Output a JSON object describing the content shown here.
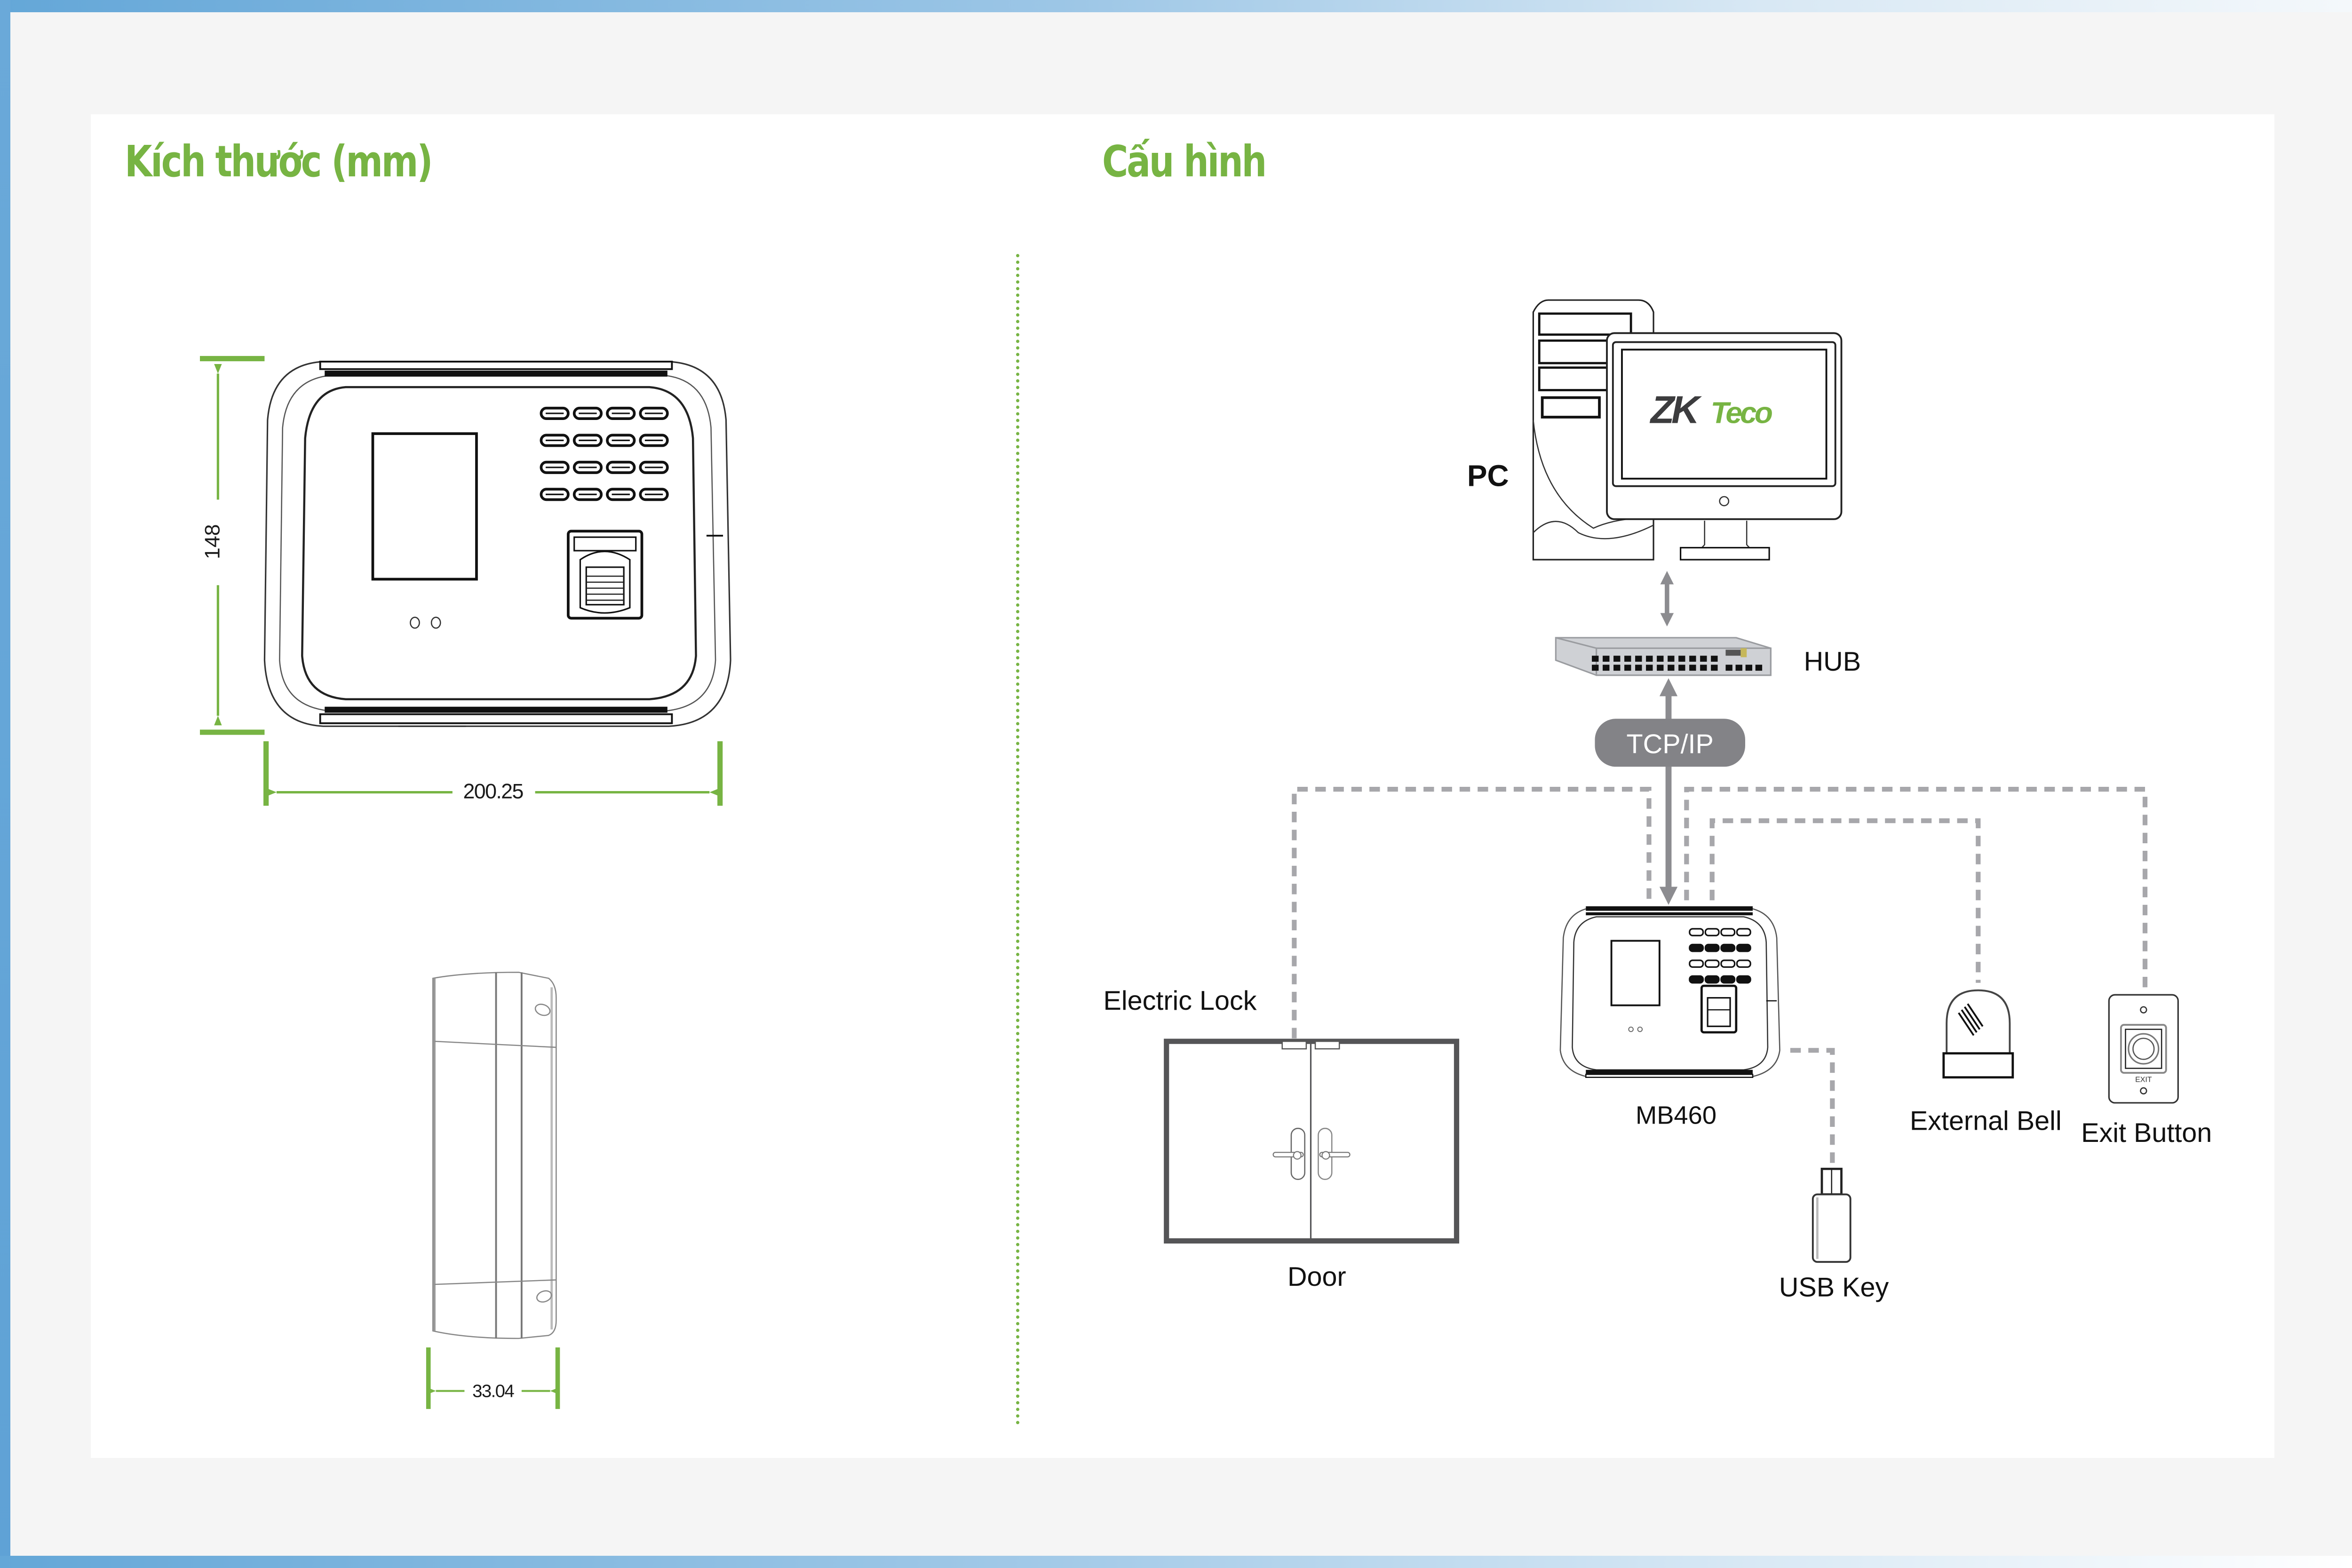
{
  "headings": {
    "dimensions": "Kích thước (mm)",
    "configuration": "Cấu hình"
  },
  "dimensions": {
    "unit": "mm",
    "front_height": "148",
    "front_width": "200.25",
    "side_depth": "33.04"
  },
  "configuration": {
    "pc_label": "PC",
    "monitor_logo": {
      "primary": "ZK",
      "secondary": "Teco"
    },
    "hub_label": "HUB",
    "link_label": "TCP/IP",
    "device_label": "MB460",
    "electric_lock_label": "Electric Lock",
    "door_label": "Door",
    "usb_label": "USB Key",
    "bell_label": "External Bell",
    "exit_label": "Exit Button",
    "exit_plate_text": "EXIT"
  },
  "colors": {
    "accent_green": "#77b443",
    "connector_gray": "#8c8c90",
    "dashed_gray": "#a7a7ab",
    "logo_dark": "#3c3c3e",
    "frame_blue": "#64a7d8"
  }
}
